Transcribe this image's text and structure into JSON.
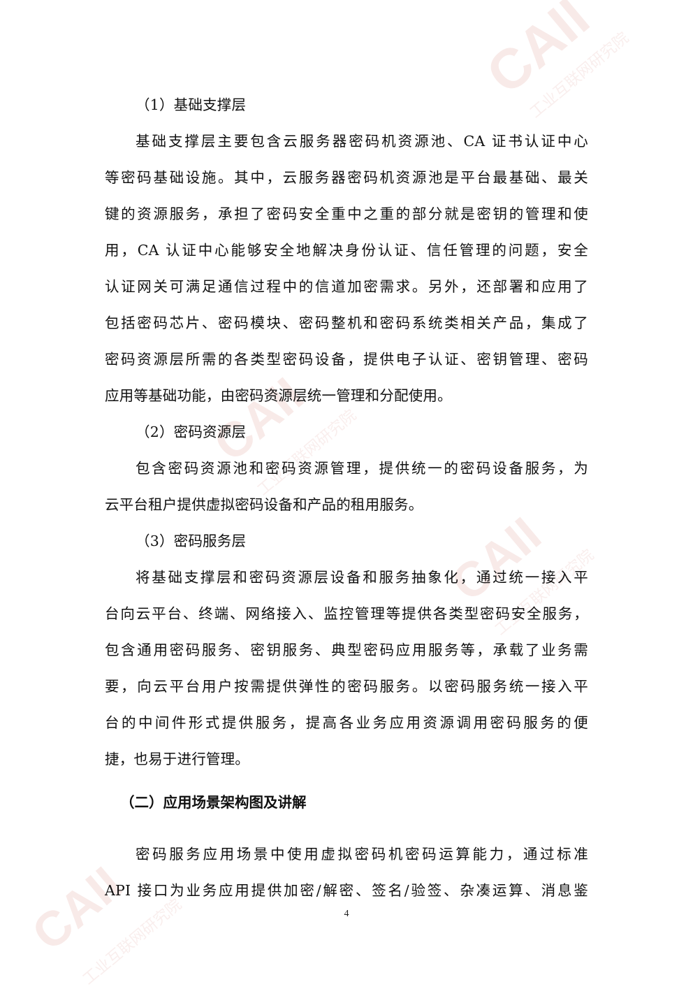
{
  "watermark": {
    "text": "CAII",
    "subtext": "工业互联网研究院",
    "color": "#c0392b"
  },
  "sections": {
    "s1_heading": "（1）基础支撑层",
    "s1_lines": [
      "基础支撑层主要包含云服务器密码机资源池、CA 证书认证中心",
      "等密码基础设施。其中，云服务器密码机资源池是平台最基础、最关",
      "键的资源服务，承担了密码安全重中之重的部分就是密钥的管理和使",
      "用，CA 认证中心能够安全地解决身份认证、信任管理的问题，安全",
      "认证网关可满足通信过程中的信道加密需求。另外，还部署和应用了",
      "包括密码芯片、密码模块、密码整机和密码系统类相关产品，集成了",
      "密码资源层所需的各类型密码设备，提供电子认证、密钥管理、密码",
      "应用等基础功能，由密码资源层统一管理和分配使用。"
    ],
    "s2_heading": "（2）密码资源层",
    "s2_lines": [
      "包含密码资源池和密码资源管理，提供统一的密码设备服务，为",
      "云平台租户提供虚拟密码设备和产品的租用服务。"
    ],
    "s3_heading": "（3）密码服务层",
    "s3_lines": [
      "将基础支撑层和密码资源层设备和服务抽象化，通过统一接入平",
      "台向云平台、终端、网络接入、监控管理等提供各类型密码安全服务，",
      "包含通用密码服务、密钥服务、典型密码应用服务等，承载了业务需",
      "要，向云平台用户按需提供弹性的密码服务。以密码服务统一接入平",
      "台的中间件形式提供服务，提高各业务应用资源调用密码服务的便",
      "捷，也易于进行管理。"
    ],
    "part2_heading": "（二）应用场景架构图及讲解",
    "part2_lines": [
      "密码服务应用场景中使用虚拟密码机密码运算能力，通过标准",
      "API 接口为业务应用提供加密/解密、签名/验签、杂凑运算、消息鉴"
    ]
  },
  "footer": {
    "page_number": "4"
  }
}
